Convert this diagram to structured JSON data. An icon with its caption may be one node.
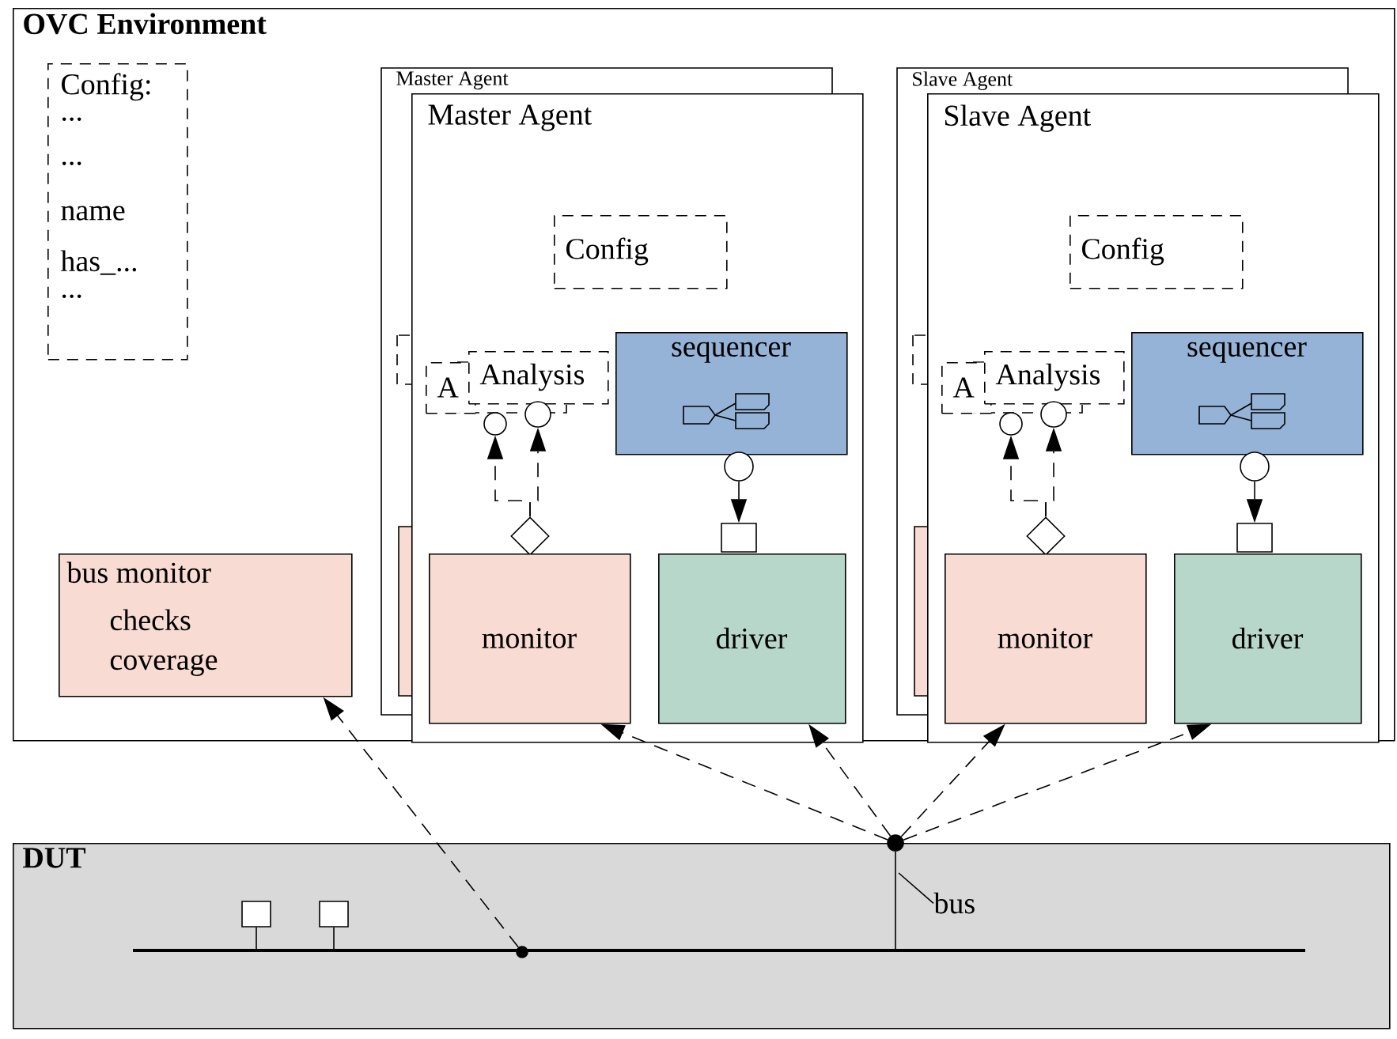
{
  "diagram": {
    "nodes": [
      {
        "text": [
          "OVC Environment"
        ]
      },
      {
        "text": [
          "Config:",
          "...",
          "...",
          "name",
          "has_...",
          "..."
        ],
        "in": 0
      },
      {
        "text": [
          "Master Agent"
        ],
        "in": 0
      },
      {
        "text": [
          "Master Agent"
        ],
        "in": 0
      },
      {
        "text": [
          "Config"
        ],
        "in": 3
      },
      {
        "text": [
          "A"
        ],
        "in": 3
      },
      {
        "text": [
          "Analysis"
        ],
        "in": 3
      },
      {
        "text": [
          "sequencer"
        ],
        "in": 3
      },
      {
        "text": [],
        "shape": "circle",
        "in": 3
      },
      {
        "text": [],
        "shape": "circle",
        "in": 3
      },
      {
        "text": [],
        "shape": "diamond",
        "in": 3
      },
      {
        "text": [],
        "shape": "circle",
        "in": 3
      },
      {
        "text": [],
        "shape": "box",
        "in": 3
      },
      {
        "text": [
          "monitor"
        ],
        "in": 3
      },
      {
        "text": [
          "driver"
        ],
        "in": 3
      },
      {
        "text": [
          "Slave Agent"
        ],
        "in": 0
      },
      {
        "text": [
          "Slave Agent"
        ],
        "in": 0
      },
      {
        "text": [
          "Config"
        ],
        "in": 16
      },
      {
        "text": [
          "A"
        ],
        "in": 16
      },
      {
        "text": [
          "Analysis"
        ],
        "in": 16
      },
      {
        "text": [
          "sequencer"
        ],
        "in": 16
      },
      {
        "text": [],
        "shape": "circle",
        "in": 16
      },
      {
        "text": [],
        "shape": "circle",
        "in": 16
      },
      {
        "text": [],
        "shape": "diamond",
        "in": 16
      },
      {
        "text": [],
        "shape": "circle",
        "in": 16
      },
      {
        "text": [],
        "shape": "box",
        "in": 16
      },
      {
        "text": [
          "monitor"
        ],
        "in": 16
      },
      {
        "text": [
          "driver"
        ],
        "in": 16
      },
      {
        "text": [
          "bus monitor",
          "checks coverage"
        ],
        "in": 0
      },
      {
        "text": [
          "DUT"
        ]
      },
      {
        "text": [],
        "shape": "box",
        "in": 29
      },
      {
        "text": [],
        "shape": "box",
        "in": 29
      },
      {
        "text": [],
        "shape": "bar",
        "in": 29
      },
      {
        "text": [],
        "shape": "circle",
        "in": 29
      },
      {
        "text": [],
        "shape": "circle"
      },
      {
        "text": [
          "bus"
        ],
        "in": 29
      }
    ],
    "edges": [
      {
        "from": 10,
        "to": 8,
        "arrow": "to",
        "style": "dashed"
      },
      {
        "from": 10,
        "to": 9,
        "arrow": "to",
        "style": "dashed"
      },
      {
        "from": 11,
        "to": 12,
        "arrow": "to"
      },
      {
        "from": 23,
        "to": 21,
        "arrow": "to",
        "style": "dashed"
      },
      {
        "from": 23,
        "to": 22,
        "arrow": "to",
        "style": "dashed"
      },
      {
        "from": 24,
        "to": 25,
        "arrow": "to"
      },
      {
        "from": 33,
        "to": 28,
        "arrow": "to",
        "style": "dashed"
      },
      {
        "from": 34,
        "to": 13,
        "arrow": "to",
        "style": "dashed"
      },
      {
        "from": 34,
        "to": 14,
        "arrow": "to",
        "style": "dashed"
      },
      {
        "from": 34,
        "to": 26,
        "arrow": "to",
        "style": "dashed"
      },
      {
        "from": 34,
        "to": 27,
        "arrow": "to",
        "style": "dashed"
      },
      {
        "from": 30,
        "to": 32,
        "arrow": "none"
      },
      {
        "from": 31,
        "to": 32,
        "arrow": "none"
      },
      {
        "from": 34,
        "to": 32,
        "arrow": "none"
      },
      {
        "from": 35,
        "to": null,
        "arrow": "none"
      }
    ]
  }
}
